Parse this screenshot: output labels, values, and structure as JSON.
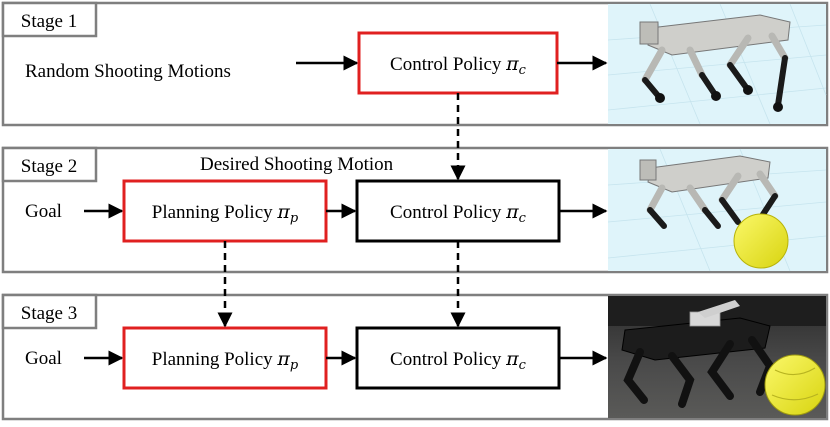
{
  "stages": [
    {
      "label": "Stage 1",
      "input": "Random Shooting Motions",
      "control": {
        "text": "Control Policy ",
        "sym": "π",
        "sub": "c"
      }
    },
    {
      "label": "Stage 2",
      "annotation": "Desired Shooting Motion",
      "input": "Goal",
      "planning": {
        "text": "Planning Policy ",
        "sym": "π",
        "sub": "p"
      },
      "control": {
        "text": "Control Policy ",
        "sym": "π",
        "sub": "c"
      }
    },
    {
      "label": "Stage 3",
      "input": "Goal",
      "planning": {
        "text": "Planning Policy ",
        "sym": "π",
        "sub": "p"
      },
      "control": {
        "text": "Control Policy ",
        "sym": "π",
        "sub": "c"
      }
    }
  ],
  "colors": {
    "stage_border": "#7f7f7f",
    "planning_box": "#e02020",
    "control_box_stage1": "#e02020",
    "control_box": "#000000",
    "sim_bg": "#dff4fa",
    "ball": "#f2ef2a"
  }
}
